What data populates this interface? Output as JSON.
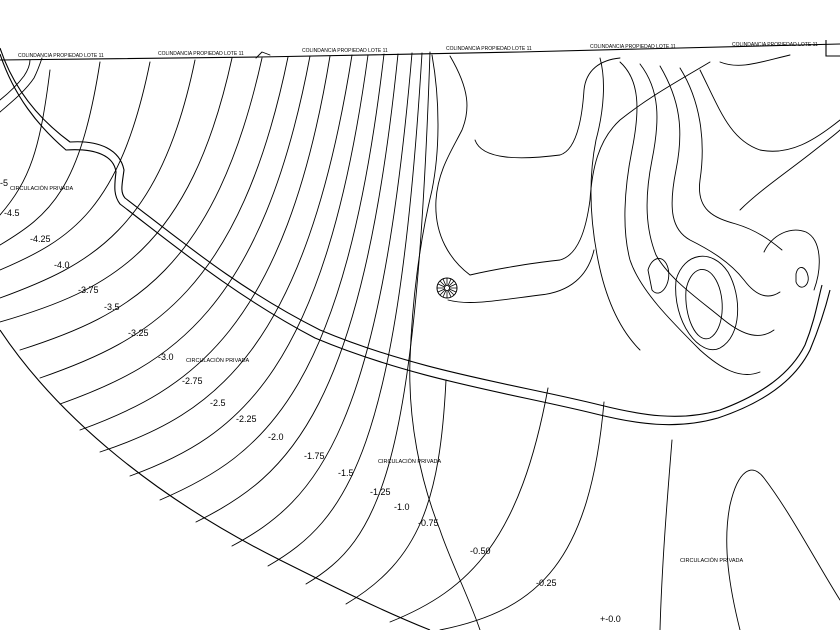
{
  "boundary_labels": [
    "COLINDANCIA PROPIEDAD LOTE 11",
    "COLINDANCIA PROPIEDAD LOTE 11",
    "COLINDANCIA PROPIEDAD LOTE 11",
    "COLINDANCIA PROPIEDAD LOTE 11",
    "COLINDANCIA PROPIEDAD LOTE 11",
    "COLINDANCIA PROPIEDAD LOTE 11"
  ],
  "road_labels": [
    "CIRCULACIÓN PRIVADA",
    "CIRCULACIÓN PRIVADA",
    "CIRCULACIÓN PRIVADA",
    "CIRCULACIÓN PRIVADA"
  ],
  "elevations": [
    "-5",
    "-4.5",
    "-4.25",
    "-4.0",
    "-3.75",
    "-3.5",
    "-3.25",
    "-3.0",
    "-2.75",
    "-2.5",
    "-2.25",
    "-2.0",
    "-1.75",
    "-1.5",
    "-1.25",
    "-1.0",
    "-0.75",
    "-0.50",
    "-0.25",
    "+-0.0"
  ],
  "tree_symbol": "tree-symbol"
}
